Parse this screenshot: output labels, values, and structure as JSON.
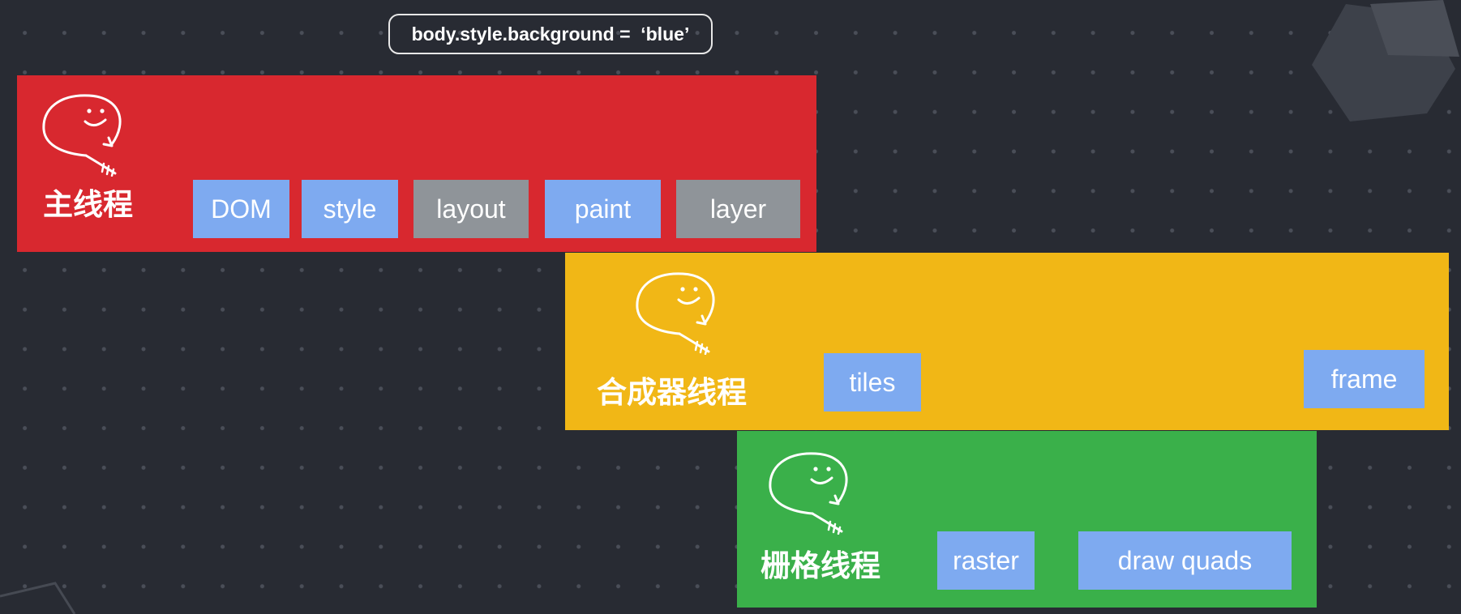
{
  "code_label": "body.style.background =  ‘blue’",
  "colors": {
    "background": "#282b33",
    "main_thread": "#d8282f",
    "compositor_thread": "#f1b716",
    "raster_thread": "#3ab04a",
    "task_active": "#7eaaf0",
    "task_inactive": "#8f9499"
  },
  "icons": {
    "mascot": "smiling-blob-icon"
  },
  "main_thread": {
    "title": "主线程",
    "tasks": [
      {
        "label": "DOM",
        "state": "active"
      },
      {
        "label": "style",
        "state": "active"
      },
      {
        "label": "layout",
        "state": "inactive"
      },
      {
        "label": "paint",
        "state": "active"
      },
      {
        "label": "layer",
        "state": "inactive"
      }
    ]
  },
  "compositor_thread": {
    "title": "合成器线程",
    "tasks": [
      {
        "label": "tiles",
        "state": "active"
      },
      {
        "label": "frame",
        "state": "active"
      }
    ]
  },
  "raster_thread": {
    "title": "栅格线程",
    "tasks": [
      {
        "label": "raster",
        "state": "active"
      },
      {
        "label": "draw quads",
        "state": "active"
      }
    ]
  }
}
